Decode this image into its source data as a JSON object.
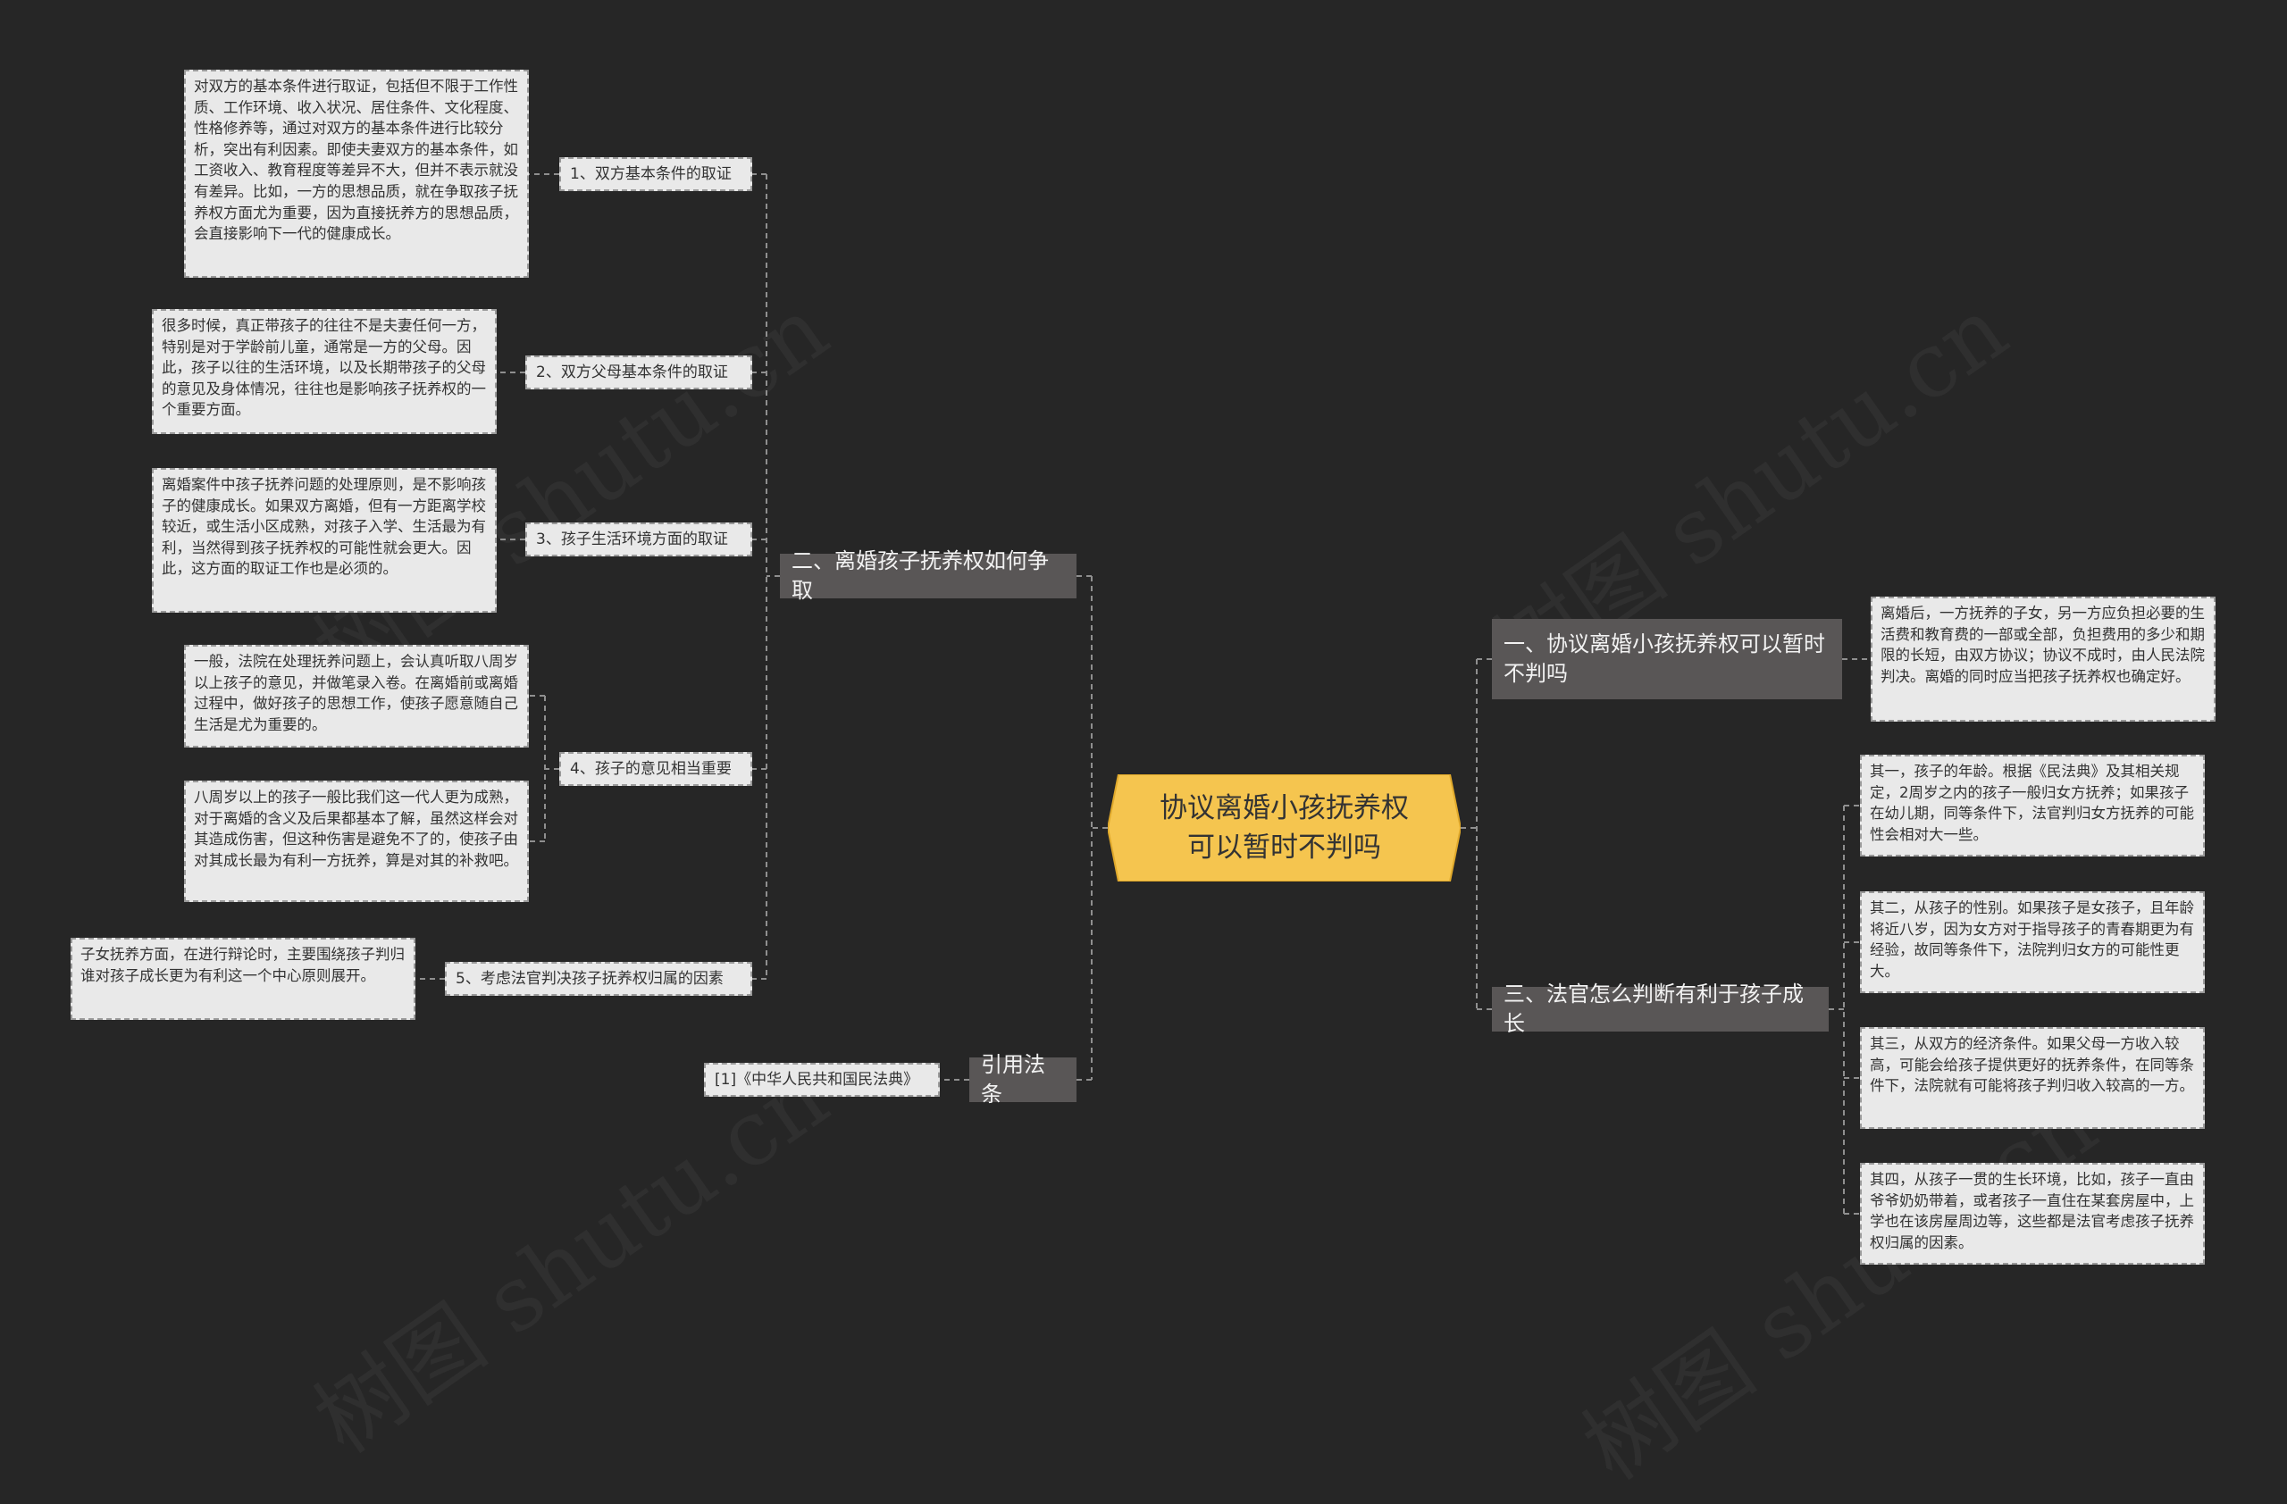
{
  "root": {
    "title": "协议离婚小孩抚养权可以暂时不判吗"
  },
  "watermark": "树图 shutu.cn",
  "colors": {
    "background": "#262626",
    "root_fill": "#f5c54f",
    "branch_fill": "#595656",
    "leaf_fill": "#e9e9e9",
    "edge": "#8f8f8f"
  },
  "branches": {
    "left_main": {
      "label": "二、离婚孩子抚养权如何争取",
      "items": [
        {
          "label": "1、双方基本条件的取证",
          "details": [
            "对双方的基本条件进行取证，包括但不限于工作性质、工作环境、收入状况、居住条件、文化程度、性格修养等，通过对双方的基本条件进行比较分析，突出有利因素。即使夫妻双方的基本条件，如工资收入、教育程度等差异不大，但并不表示就没有差异。比如，一方的思想品质，就在争取孩子抚养权方面尤为重要，因为直接抚养方的思想品质，会直接影响下一代的健康成长。"
          ]
        },
        {
          "label": "2、双方父母基本条件的取证",
          "details": [
            "很多时候，真正带孩子的往往不是夫妻任何一方，特别是对于学龄前儿童，通常是一方的父母。因此，孩子以往的生活环境，以及长期带孩子的父母的意见及身体情况，往往也是影响孩子抚养权的一个重要方面。"
          ]
        },
        {
          "label": "3、孩子生活环境方面的取证",
          "details": [
            "离婚案件中孩子抚养问题的处理原则，是不影响孩子的健康成长。如果双方离婚，但有一方距离学校较近，或生活小区成熟，对孩子入学、生活最为有利，当然得到孩子抚养权的可能性就会更大。因此，这方面的取证工作也是必须的。"
          ]
        },
        {
          "label": "4、孩子的意见相当重要",
          "details": [
            "一般，法院在处理抚养问题上，会认真听取八周岁以上孩子的意见，并做笔录入卷。在离婚前或离婚过程中，做好孩子的思想工作，使孩子愿意随自己生活是尤为重要的。",
            "八周岁以上的孩子一般比我们这一代人更为成熟，对于离婚的含义及后果都基本了解，虽然这样会对其造成伤害，但这种伤害是避免不了的，使孩子由对其成长最为有利一方抚养，算是对其的补救吧。"
          ]
        },
        {
          "label": "5、考虑法官判决孩子抚养权归属的因素",
          "details": [
            "子女抚养方面，在进行辩论时，主要围绕孩子判归谁对孩子成长更为有利这一个中心原则展开。"
          ]
        }
      ]
    },
    "left_ref": {
      "label": "引用法条",
      "items": [
        {
          "label": "[1]《中华人民共和国民法典》"
        }
      ]
    },
    "right_one": {
      "label": "一、协议离婚小孩抚养权可以暂时不判吗",
      "details": [
        "离婚后，一方抚养的子女，另一方应负担必要的生活费和教育费的一部或全部，负担费用的多少和期限的长短，由双方协议；协议不成时，由人民法院判决。离婚的同时应当把孩子抚养权也确定好。"
      ]
    },
    "right_three": {
      "label": "三、法官怎么判断有利于孩子成长",
      "details": [
        "其一，孩子的年龄。根据《民法典》及其相关规定，2周岁之内的孩子一般归女方抚养；如果孩子在幼儿期，同等条件下，法官判归女方抚养的可能性会相对大一些。",
        "其二，从孩子的性别。如果孩子是女孩子，且年龄将近八岁，因为女方对于指导孩子的青春期更为有经验，故同等条件下，法院判归女方的可能性更大。",
        "其三，从双方的经济条件。如果父母一方收入较高，可能会给孩子提供更好的抚养条件，在同等条件下，法院就有可能将孩子判归收入较高的一方。",
        "其四，从孩子一贯的生长环境，比如，孩子一直由爷爷奶奶带着，或者孩子一直住在某套房屋中，上学也在该房屋周边等，这些都是法官考虑孩子抚养权归属的因素。"
      ]
    }
  }
}
